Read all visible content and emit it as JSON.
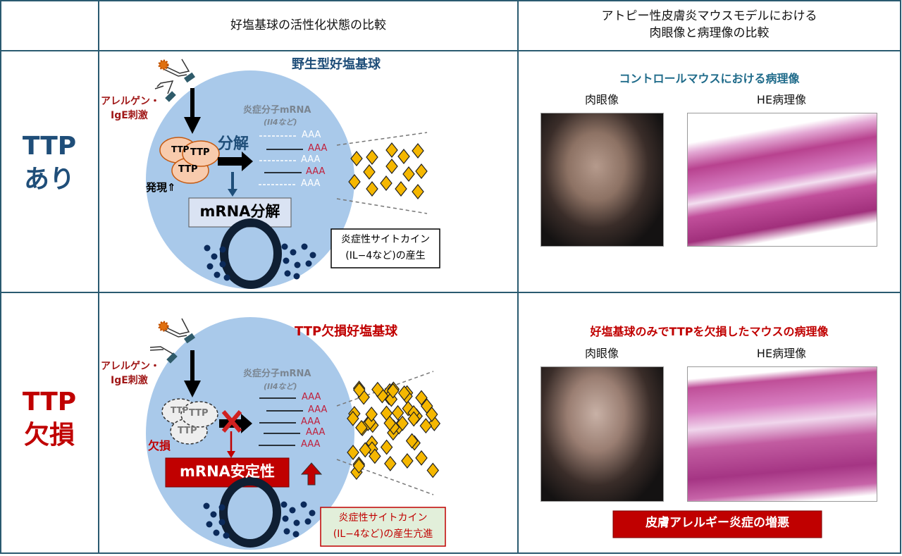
{
  "header": {
    "col2": "好塩基球の活性化状態の比較",
    "col3_line1": "アトピー性皮膚炎マウスモデルにおける",
    "col3_line2": "肉眼像と病理像の比較"
  },
  "rows": [
    {
      "label_line1": "TTP",
      "label_line2": "あり",
      "cell_title": "野生型好塩基球",
      "stimulus_line1": "アレルゲン・",
      "stimulus_line2": "IgE刺激",
      "ttp_labels": [
        "TTP",
        "TTP",
        "TTP"
      ],
      "ttp_note": "発現⇑",
      "action": "分解",
      "mrna_label": "炎症分子mRNA",
      "mrna_sub": "(Il4など)",
      "poly_a": [
        "AAA",
        "AAA",
        "AAA",
        "AAA",
        "AAA"
      ],
      "result_box": "mRNA分解",
      "cytokine_line1": "炎症性サイトカイン",
      "cytokine_line2": "(IL−4など)の産生",
      "photo_title": "コントロールマウスにおける病理像",
      "photo_label_1": "肉眼像",
      "photo_label_2": "HE病理像"
    },
    {
      "label_line1": "TTP",
      "label_line2": "欠損",
      "cell_title": "TTP欠損好塩基球",
      "stimulus_line1": "アレルゲン・",
      "stimulus_line2": "IgE刺激",
      "ttp_labels": [
        "TTP",
        "TTP",
        "TTP"
      ],
      "ttp_note": "欠損",
      "mrna_label": "炎症分子mRNA",
      "mrna_sub": "(Il4など)",
      "poly_a": [
        "AAA",
        "AAA",
        "AAA",
        "AAA",
        "AAA"
      ],
      "result_box": "mRNA安定性",
      "cytokine_line1": "炎症性サイトカイン",
      "cytokine_line2": "(IL−4など)の産生亢進",
      "photo_title": "好塩基球のみでTTPを欠損したマウスの病理像",
      "photo_label_1": "肉眼像",
      "photo_label_2": "HE病理像",
      "conclusion": "皮膚アレルギー炎症の増悪"
    }
  ],
  "colors": {
    "border": "#2a5a70",
    "cell_blue": "#a9c9ea",
    "navy": "#1f4e79",
    "red": "#c00000",
    "diamond": "#f5b700"
  }
}
